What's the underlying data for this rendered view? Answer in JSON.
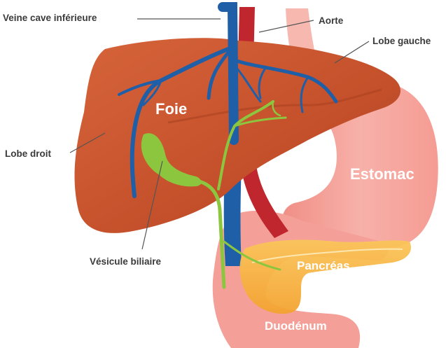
{
  "labels": {
    "veine_cave": "Veine cave inférieure",
    "aorte": "Aorte",
    "lobe_gauche": "Lobe gauche",
    "foie": "Foie",
    "lobe_droit": "Lobe droit",
    "estomac": "Estomac",
    "vesicule": "Vésicule biliaire",
    "pancreas": "Pancréas",
    "duodenum": "Duodénum"
  },
  "colors": {
    "liver": "#c8532c",
    "liver_dark": "#a8401f",
    "stomach": "#f5a8a0",
    "stomach_light": "#fbc6bf",
    "vein": "#1e5fa8",
    "aorta": "#c0262e",
    "gallbladder": "#8cc63f",
    "pancreas": "#f7b23b",
    "leader": "#555555",
    "text": "#3a3a3a"
  }
}
